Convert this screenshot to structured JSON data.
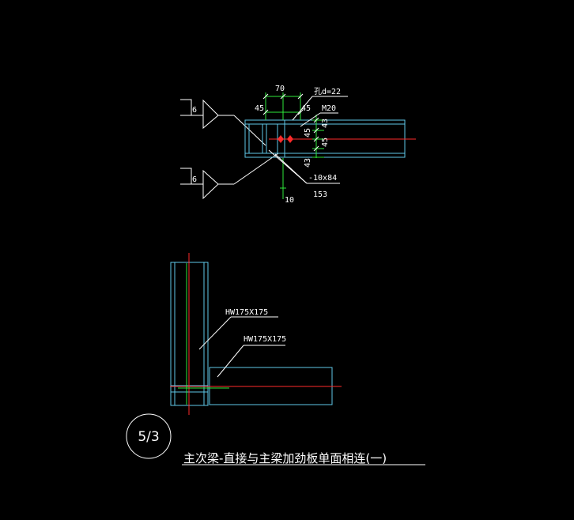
{
  "colors": {
    "background": "#000000",
    "member": "#5fc8e8",
    "annotation": "#ffffff",
    "centerline": "#ff2a2a",
    "dimension": "#2ee83a"
  },
  "section_view": {
    "weld_labels": [
      "6",
      "6"
    ],
    "dim_70": "70",
    "dim_45_left": "45",
    "dim_45_right": "45",
    "hole_label": "孔d=22",
    "bolt_label": "M20",
    "dim_43_top": "43",
    "dim_45_mid1": "45",
    "dim_45_mid2": "45",
    "dim_43_bottom": "43",
    "plate_label": "-10x84",
    "plate_width": "153",
    "plate_thickness": "10"
  },
  "plan_view": {
    "column_label": "HW175X175",
    "beam_label": "HW175X175"
  },
  "detail": {
    "number": "5/3",
    "title": "主次梁-直接与主梁加劲板单面相连(一)"
  }
}
